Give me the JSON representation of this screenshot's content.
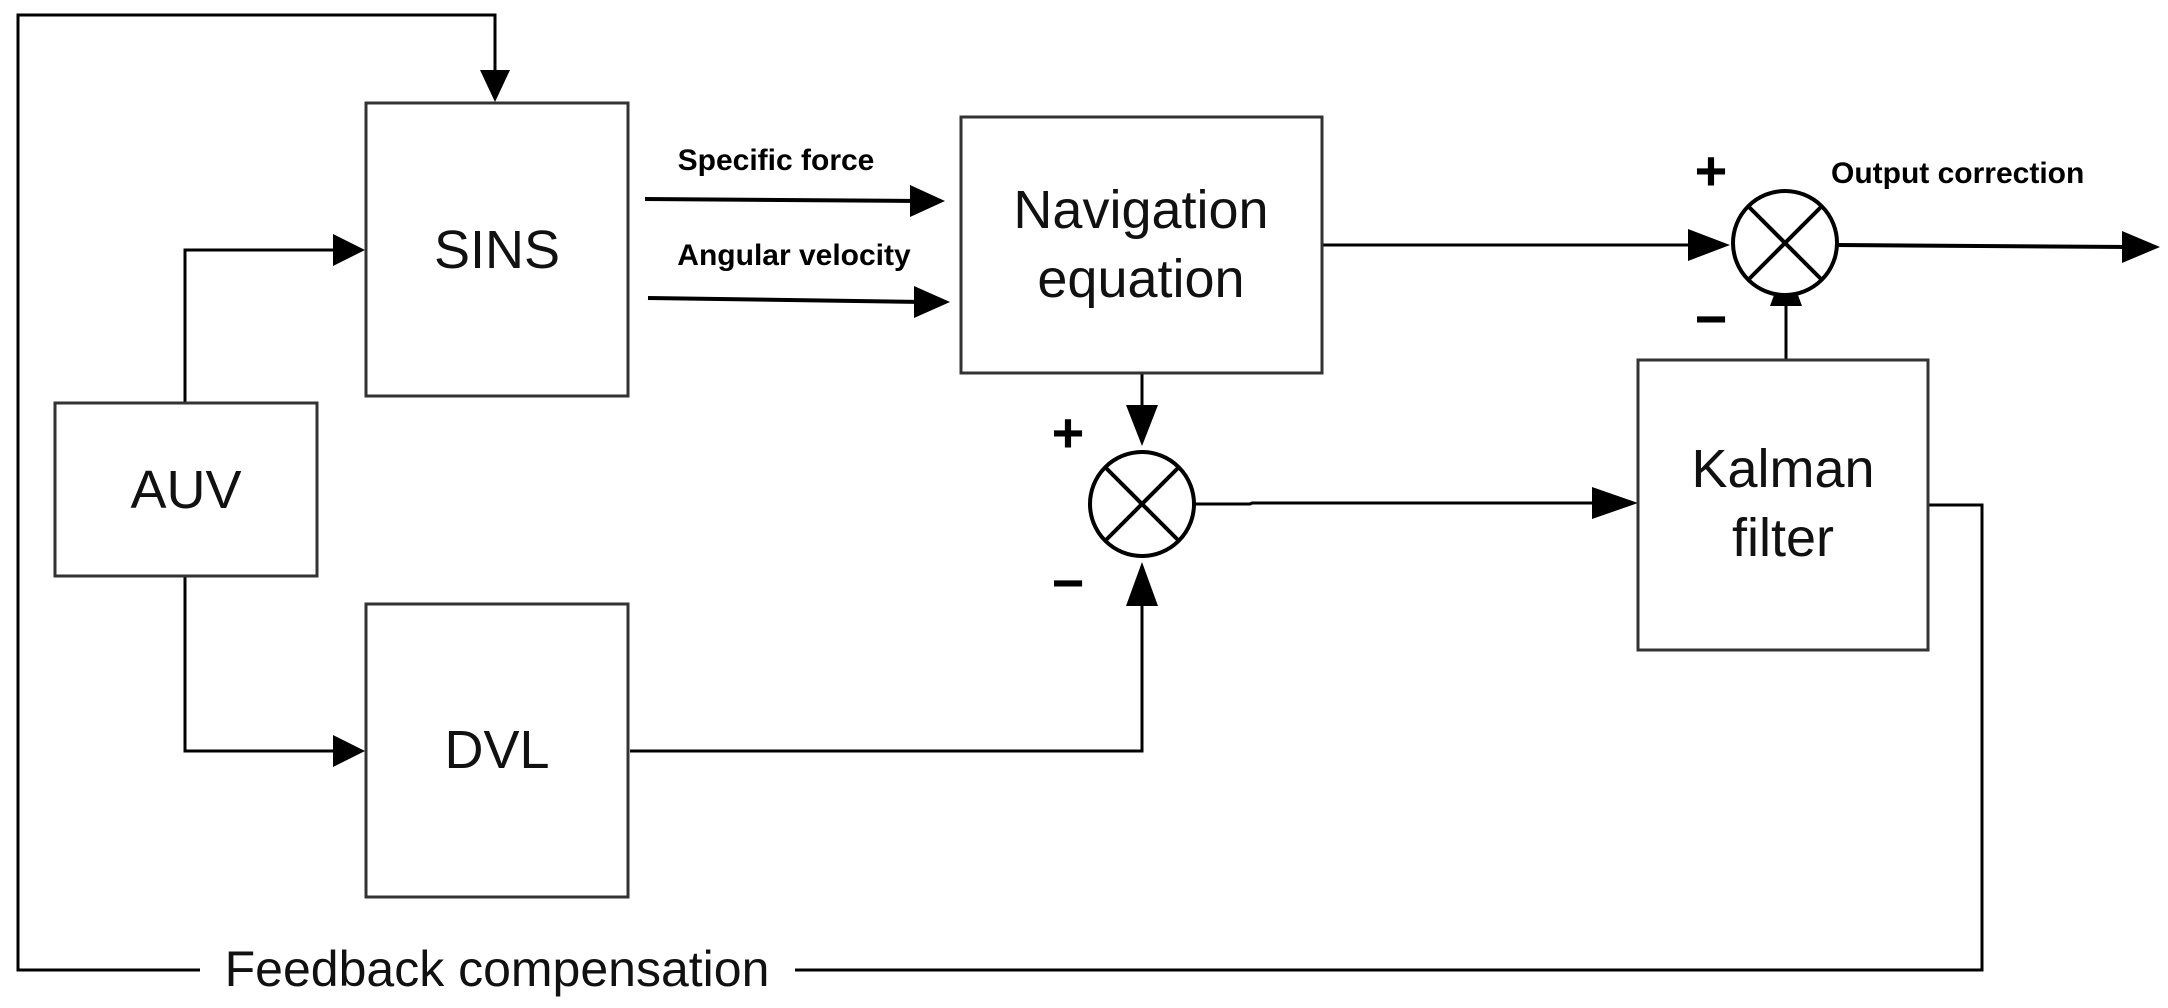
{
  "blocks": {
    "sins": "SINS",
    "auv": "AUV",
    "dvl": "DVL",
    "navigation_line1": "Navigation",
    "navigation_line2": "equation",
    "kalman_line1": "Kalman",
    "kalman_line2": "filter"
  },
  "signals": {
    "specific_force": "Specific force",
    "angular_velocity": "Angular velocity",
    "output_correction": "Output correction",
    "feedback_compensation": "Feedback compensation"
  },
  "signs": {
    "plus": "+",
    "minus": "−"
  }
}
